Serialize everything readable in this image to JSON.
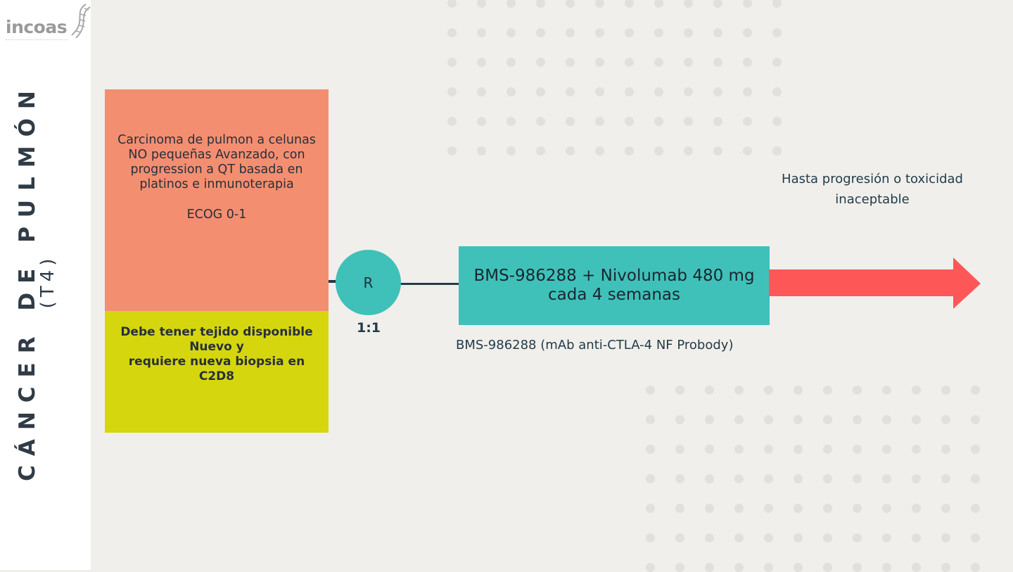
{
  "brand": {
    "logo_text": "incoas"
  },
  "title": {
    "line1": "CÁNCER DE PULMÓN",
    "line2": "(T4)"
  },
  "eligibility": {
    "description": "Carcinoma de pulmon a celunas NO pequeñas Avanzado, con progression a QT basada en platinos e inmunoterapia",
    "ecog": "ECOG 0-1",
    "requirement": "Debe tener tejido disponible\nNuevo y\n requiere nueva biopsia en\nC2D8"
  },
  "randomization": {
    "label": "R",
    "ratio": "1:1"
  },
  "treatment": {
    "label": "BMS-986288 + Nivolumab 480 mg\ncada 4 semanas",
    "caption": "BMS-986288 (mAb anti-CTLA-4 NF Probody)"
  },
  "duration_note": "Hasta progresión o toxicidad\ninaceptable",
  "colors": {
    "background": "#f1efeb",
    "eligibility_box": "#f48e71",
    "requirement_box": "#d6d60e",
    "randomization_circle": "#3fc1b9",
    "treatment_box": "#3fc1b9",
    "arrow": "#fe5757",
    "text_dark": "#213c4a"
  },
  "icons": {
    "logo": "dna-icon",
    "arrow": "right-arrow-icon"
  }
}
